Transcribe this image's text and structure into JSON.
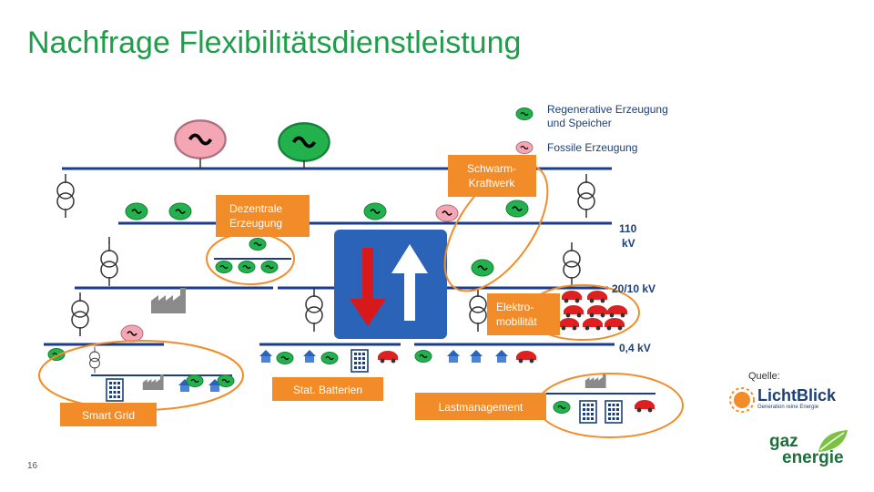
{
  "slide": {
    "title": "Nachfrage Flexibilitätsdienstleistung",
    "page_number": "16",
    "source_label": "Quelle:"
  },
  "legend": {
    "renewable_line1": "Regenerative Erzeugung",
    "renewable_line2": "und Speicher",
    "fossil": "Fossile Erzeugung"
  },
  "voltage_labels": {
    "kv110_line1": "110",
    "kv110_line2": "kV",
    "kv20": "20/10 kV",
    "kv04": "0,4 kV"
  },
  "callouts": {
    "schwarm_line1": "Schwarm-",
    "schwarm_line2": "Kraftwerk",
    "dezentral_line1": "Dezentrale",
    "dezentral_line2": "Erzeugung",
    "elektro_line1": "Elektro-",
    "elektro_line2": "mobilität",
    "batterien": "Stat. Batterien",
    "lastmanagement": "Lastmanagement",
    "smartgrid": "Smart Grid"
  },
  "logos": {
    "lichtblick_name": "LichtBlick",
    "lichtblick_tagline": "Generation reine Energie",
    "gaz_line1": "gaz",
    "gaz_line2": "energie"
  },
  "colors": {
    "title": "#1e9e4a",
    "renewable": "#22b14c",
    "fossil": "#f4a6b4",
    "callout": "#f28c28",
    "arrow_red": "#d7191c",
    "sign_blue": "#2a63b8",
    "grid_line": "#1a3d8f"
  }
}
